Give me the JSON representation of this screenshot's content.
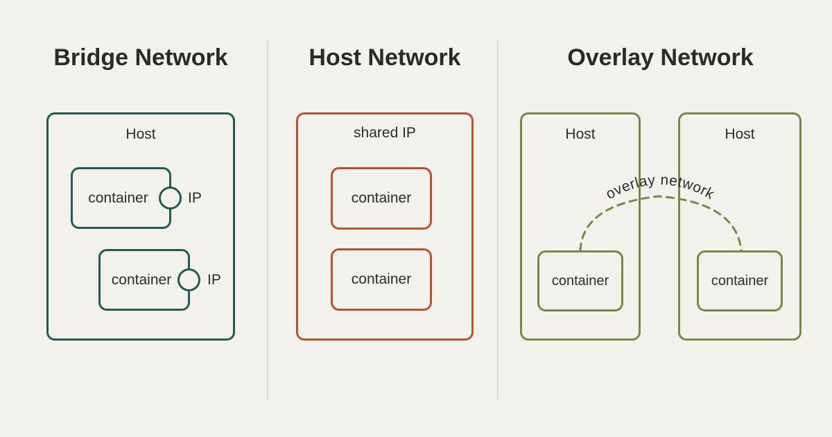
{
  "titles": {
    "bridge": "Bridge Network",
    "host": "Host Network",
    "overlay": "Overlay Network"
  },
  "bridge": {
    "host_label": "Host",
    "containers": [
      {
        "label": "container",
        "ip_label": "IP"
      },
      {
        "label": "container",
        "ip_label": "IP"
      }
    ]
  },
  "host_network": {
    "shared_label": "shared IP",
    "containers": [
      {
        "label": "container"
      },
      {
        "label": "container"
      }
    ]
  },
  "overlay": {
    "hosts": [
      {
        "label": "Host",
        "container": "container"
      },
      {
        "label": "Host",
        "container": "container"
      }
    ],
    "link_label": "overlay network"
  },
  "colors": {
    "background": "#f3f1ec",
    "bridge": "#1f5b52",
    "host": "#b6532f",
    "overlay": "#728a46",
    "divider": "#dcd8d1"
  }
}
